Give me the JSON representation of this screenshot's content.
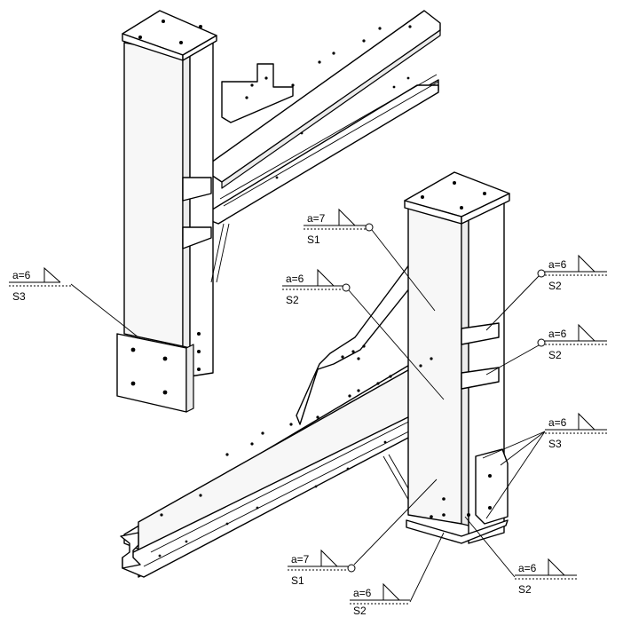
{
  "callouts": [
    {
      "id": "s3-left",
      "size": "a=6",
      "seam": "S3"
    },
    {
      "id": "s1-upper",
      "size": "a=7",
      "seam": "S1"
    },
    {
      "id": "s2-mid",
      "size": "a=6",
      "seam": "S2"
    },
    {
      "id": "s2-right-top",
      "size": "a=6",
      "seam": "S2"
    },
    {
      "id": "s2-right-mid",
      "size": "a=6",
      "seam": "S2"
    },
    {
      "id": "s3-right",
      "size": "a=6",
      "seam": "S3"
    },
    {
      "id": "s1-lower",
      "size": "a=7",
      "seam": "S1"
    },
    {
      "id": "s2-bottom",
      "size": "a=6",
      "seam": "S2"
    },
    {
      "id": "s2-bottom-right",
      "size": "a=6",
      "seam": "S2"
    }
  ]
}
